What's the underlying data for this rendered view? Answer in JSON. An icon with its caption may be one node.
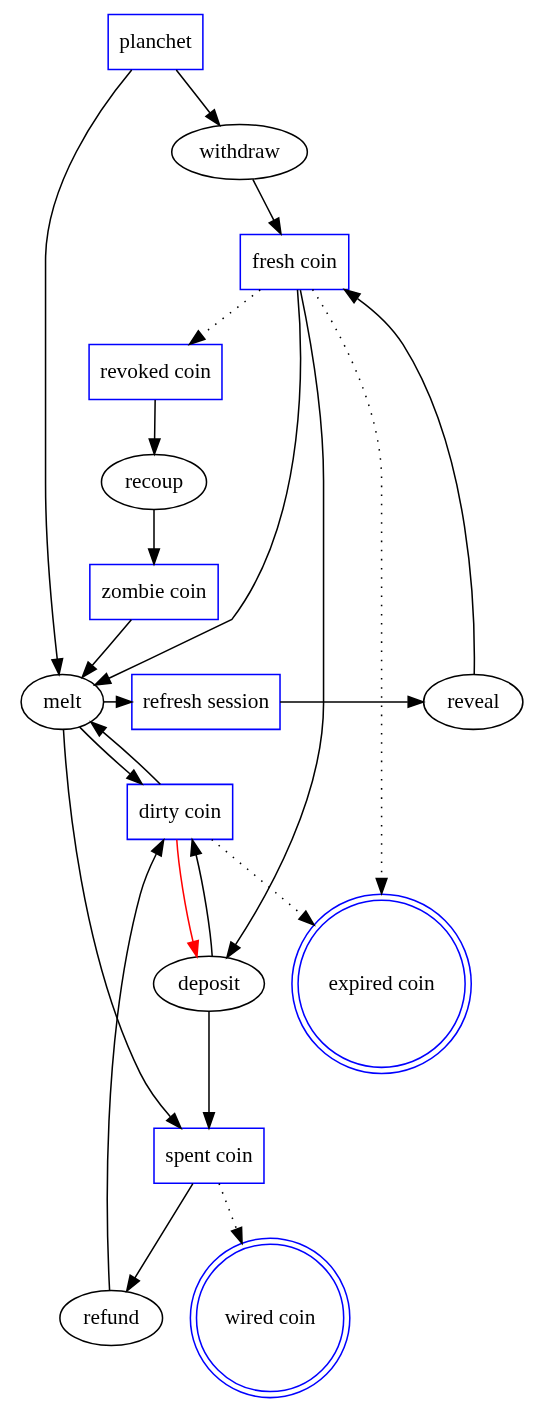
{
  "diagram": {
    "nodes": [
      {
        "text": [
          "planchet"
        ]
      },
      {
        "text": [
          "withdraw"
        ]
      },
      {
        "text": [
          "fresh coin"
        ]
      },
      {
        "text": [
          "revoked coin"
        ]
      },
      {
        "text": [
          "recoup"
        ]
      },
      {
        "text": [
          "zombie coin"
        ]
      },
      {
        "text": [
          "melt"
        ]
      },
      {
        "text": [
          "refresh session"
        ]
      },
      {
        "text": [
          "reveal"
        ]
      },
      {
        "text": [
          "dirty coin"
        ]
      },
      {
        "text": [
          "deposit"
        ]
      },
      {
        "text": [
          "spent coin"
        ]
      },
      {
        "text": [
          "expired coin"
        ]
      },
      {
        "text": [
          "refund"
        ]
      },
      {
        "text": [
          "wired coin"
        ]
      }
    ],
    "edges": [
      {
        "from": 0,
        "to": 1,
        "arrow": "to"
      },
      {
        "from": 0,
        "to": 6,
        "arrow": "to"
      },
      {
        "from": 1,
        "to": 2,
        "arrow": "to"
      },
      {
        "from": 2,
        "to": 3,
        "arrow": "to",
        "style": "dashed"
      },
      {
        "from": 2,
        "to": 6,
        "arrow": "to"
      },
      {
        "from": 2,
        "to": 10,
        "arrow": "to"
      },
      {
        "from": 2,
        "to": 12,
        "arrow": "to",
        "style": "dashed"
      },
      {
        "from": 3,
        "to": 4,
        "arrow": "to"
      },
      {
        "from": 4,
        "to": 5,
        "arrow": "to"
      },
      {
        "from": 5,
        "to": 6,
        "arrow": "to"
      },
      {
        "from": 6,
        "to": 7,
        "arrow": "to"
      },
      {
        "from": 7,
        "to": 8,
        "arrow": "to"
      },
      {
        "from": 8,
        "to": 2,
        "arrow": "to"
      },
      {
        "from": 6,
        "to": 9,
        "arrow": "to"
      },
      {
        "from": 9,
        "to": 6,
        "arrow": "to"
      },
      {
        "from": 6,
        "to": 11,
        "arrow": "to"
      },
      {
        "from": 9,
        "to": 10,
        "arrow": "to",
        "color": "#ff0000"
      },
      {
        "from": 10,
        "to": 9,
        "arrow": "to"
      },
      {
        "from": 10,
        "to": 11,
        "arrow": "to"
      },
      {
        "from": 9,
        "to": 12,
        "arrow": "to",
        "style": "dashed"
      },
      {
        "from": 11,
        "to": 13,
        "arrow": "to"
      },
      {
        "from": 13,
        "to": 9,
        "arrow": "to"
      },
      {
        "from": 11,
        "to": 14,
        "arrow": "to",
        "style": "dashed"
      }
    ]
  }
}
